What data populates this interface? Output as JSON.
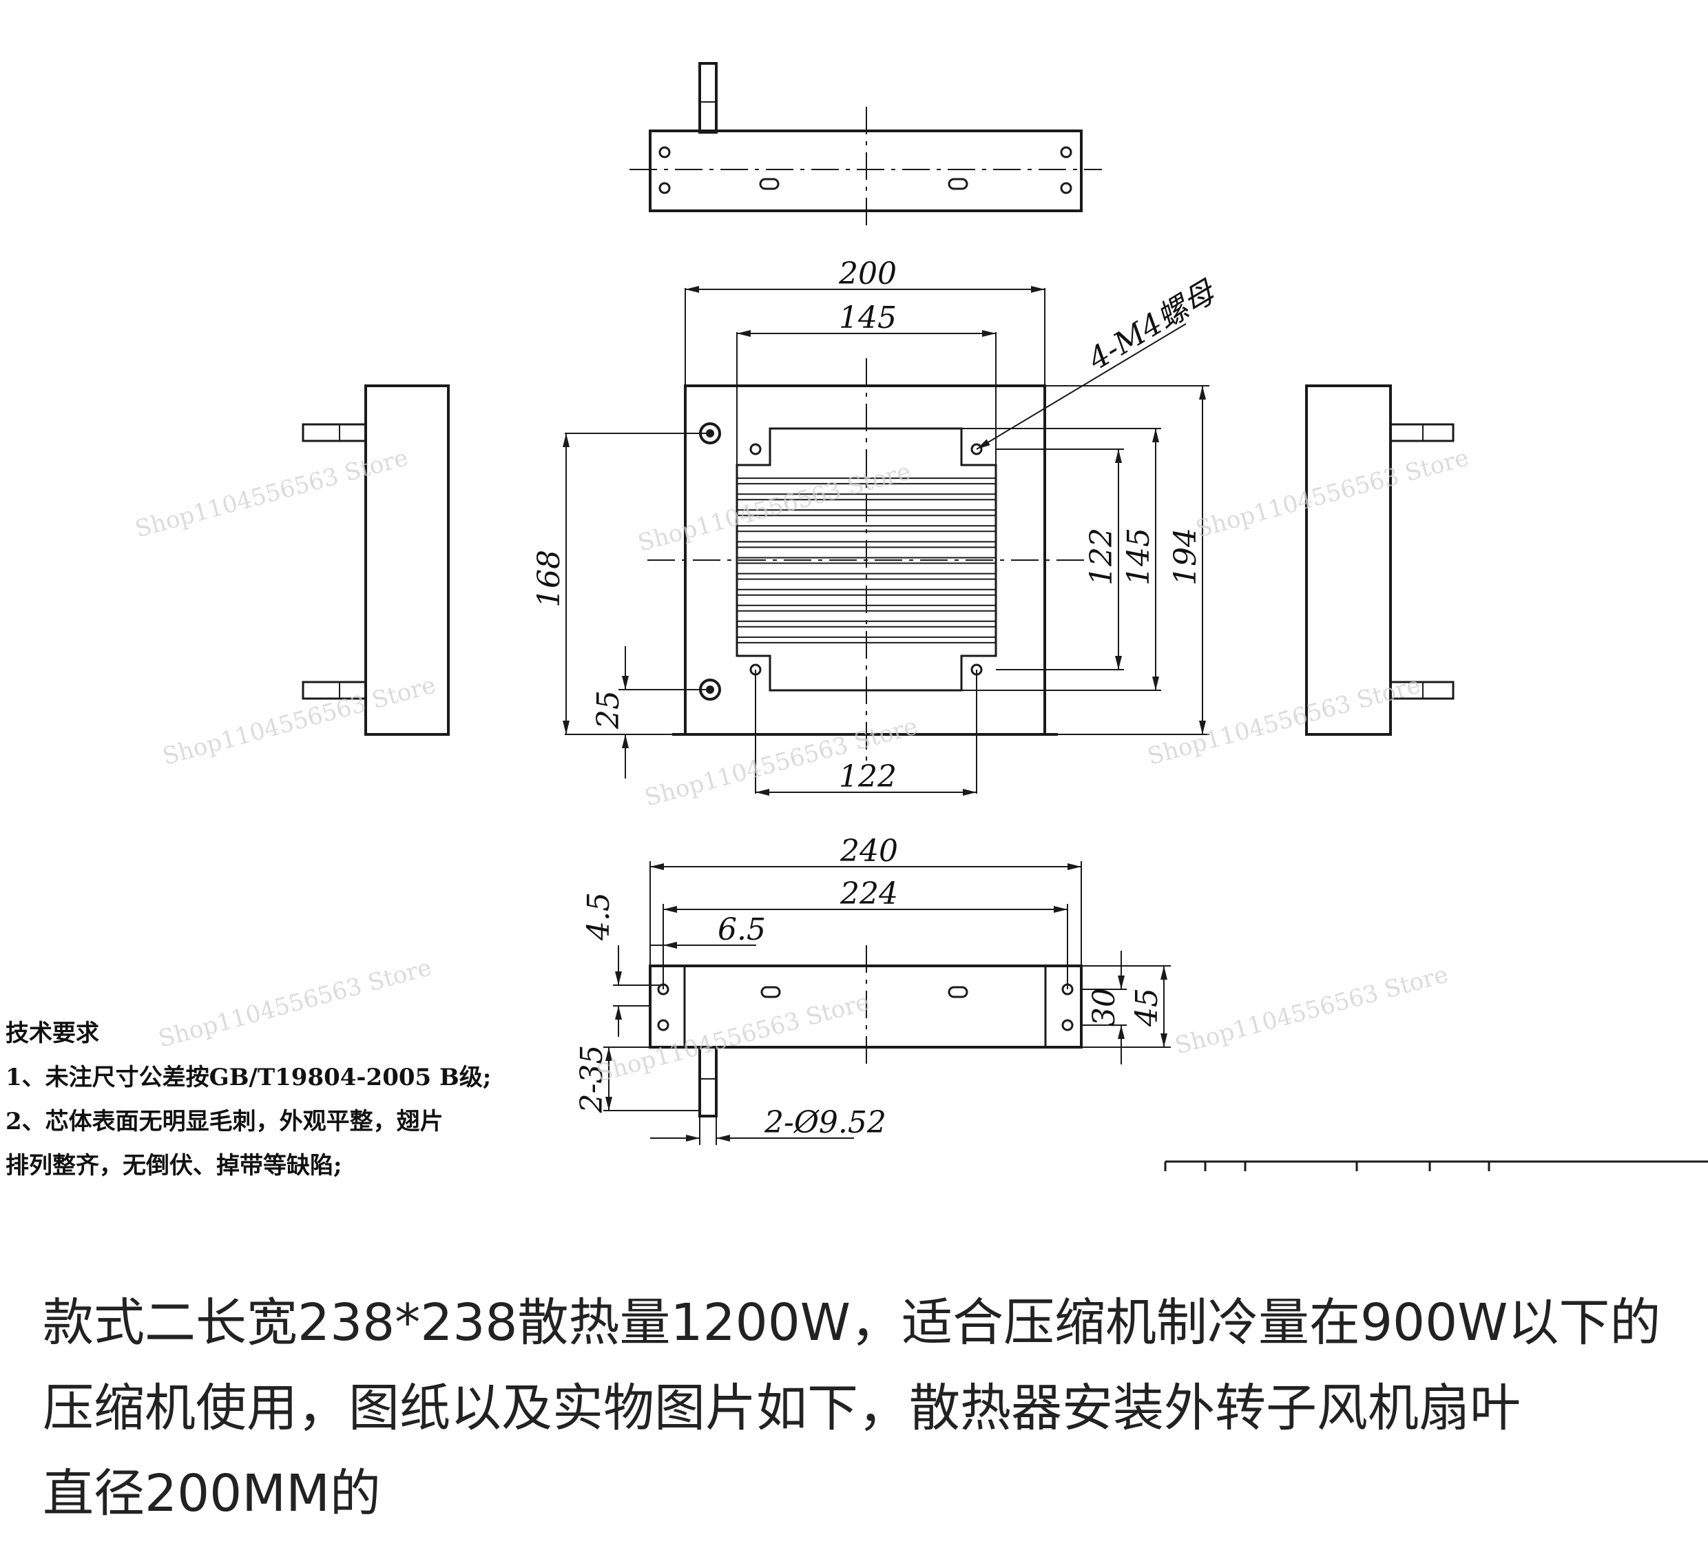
{
  "drawing": {
    "top_view": {},
    "front_view": {
      "dims": {
        "overall_width": "200",
        "core_width": "145",
        "nut_label": "4-M4螺母",
        "hole_span_v": "168",
        "bottom_offset": "25",
        "bottom_hole_span": "122",
        "right_span_122": "122",
        "right_span_145": "145",
        "overall_height": "194"
      }
    },
    "bottom_view": {
      "dims": {
        "overall_length": "240",
        "hole_spacing": "224",
        "edge_offset": "6.5",
        "left_edge": "4.5",
        "height_inner": "30",
        "height_outer": "45",
        "pipe_spec": "2-35",
        "pipe_diameter": "2-Ø9.52"
      }
    },
    "watermark": "Shop1104556563 Store"
  },
  "notes": {
    "title": "技术要求",
    "items": [
      "1、未注尺寸公差按GB/T19804-2005 B级;",
      "2、芯体表面无明显毛刺，外观平整，翅片",
      "排列整齐，无倒伏、掉带等缺陷;"
    ]
  },
  "description": "款式二长宽238*238散热量1200W，适合压缩机制冷量在900W以下的\n压缩机使用，图纸以及实物图片如下，散热器安装外转子风机扇叶\n直径200MM的"
}
